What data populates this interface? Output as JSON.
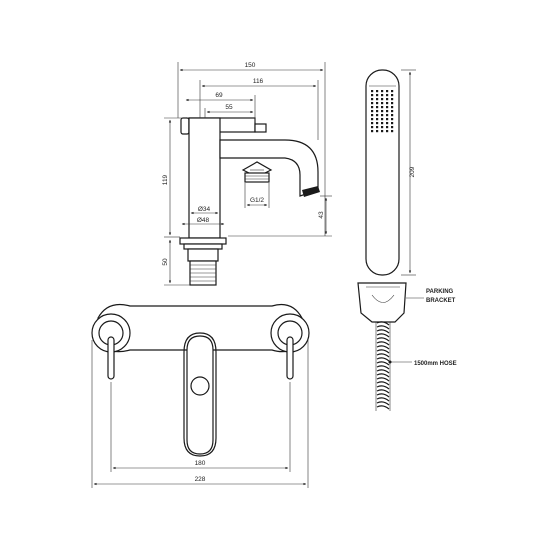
{
  "dimensions": {
    "overall_width": "150",
    "spout_reach": "116",
    "handle_offset": "69",
    "handle_inner": "55",
    "body_height": "119",
    "spout_height": "43",
    "thread_length": "50",
    "body_diameter": "Ø34",
    "base_diameter": "Ø48",
    "outlet_thread": "G1/2",
    "handset_length": "209",
    "plate_centres": "180",
    "plate_overall": "228"
  },
  "labels": {
    "parking_line1": "PARKING",
    "parking_line2": "BRACKET",
    "hose": "1500mm HOSE"
  }
}
